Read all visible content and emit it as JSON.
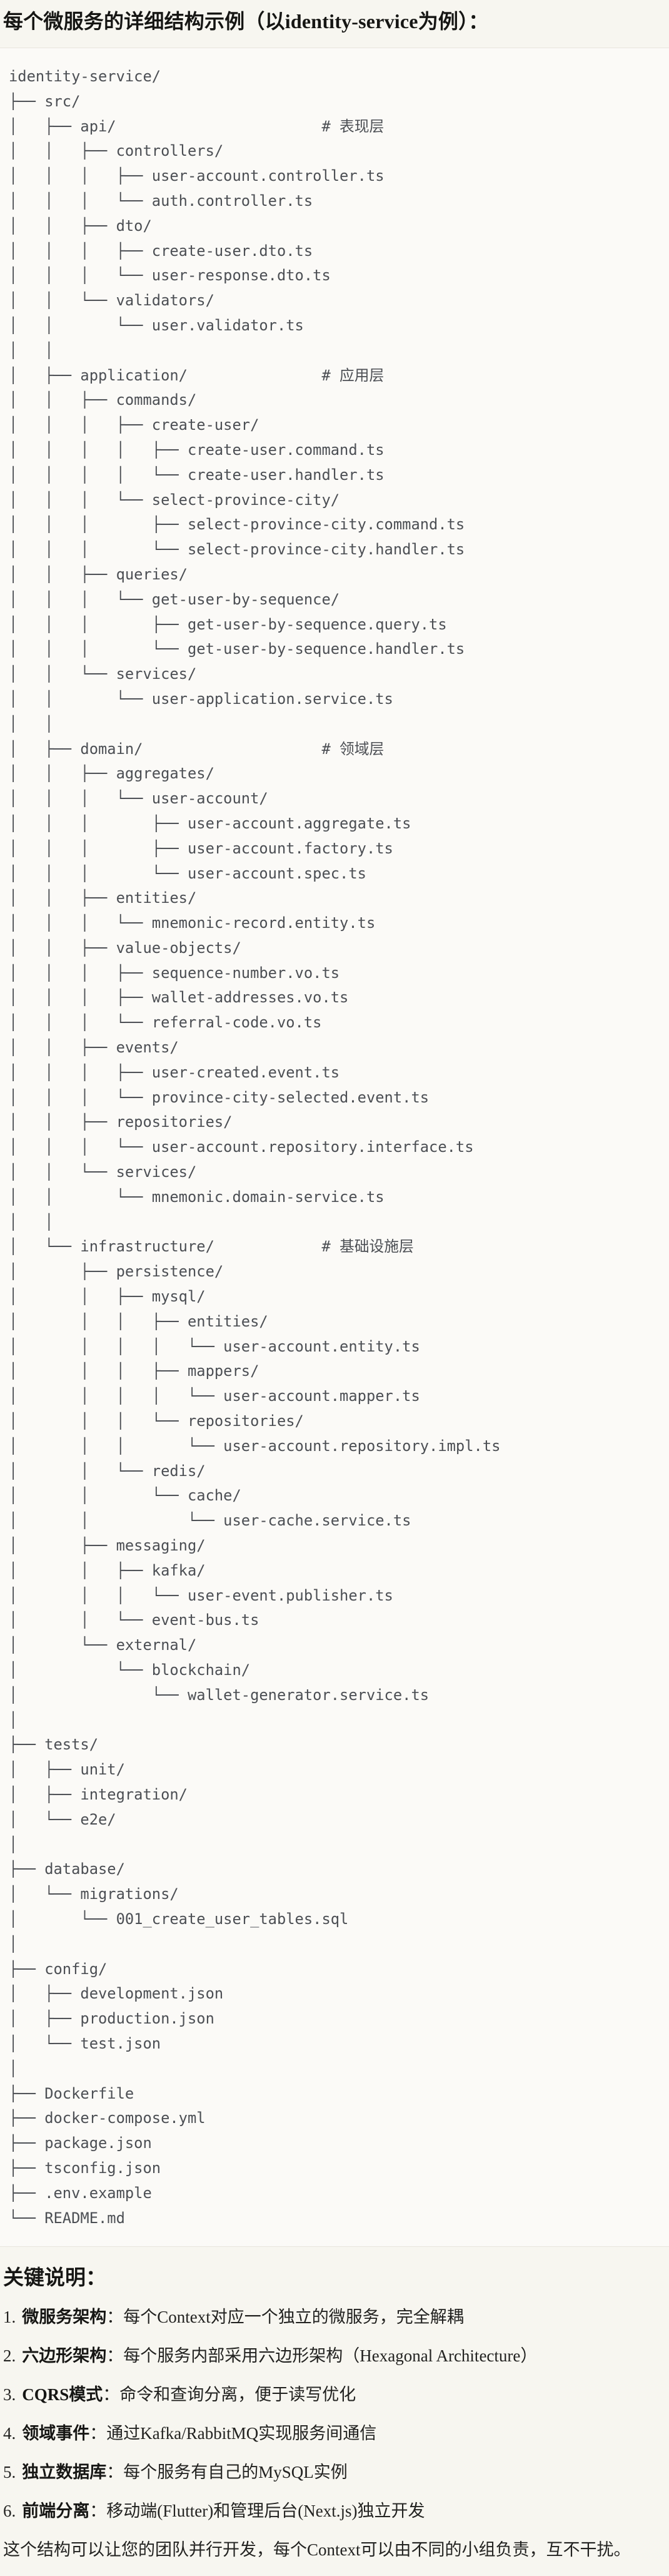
{
  "page": {
    "title": "每个微服务的详细结构示例（以identity-service为例）："
  },
  "tree": {
    "lines": [
      "identity-service/",
      "├── src/",
      "│   ├── api/                       # 表现层",
      "│   │   ├── controllers/",
      "│   │   │   ├── user-account.controller.ts",
      "│   │   │   └── auth.controller.ts",
      "│   │   ├── dto/",
      "│   │   │   ├── create-user.dto.ts",
      "│   │   │   └── user-response.dto.ts",
      "│   │   └── validators/",
      "│   │       └── user.validator.ts",
      "│   │",
      "│   ├── application/               # 应用层",
      "│   │   ├── commands/",
      "│   │   │   ├── create-user/",
      "│   │   │   │   ├── create-user.command.ts",
      "│   │   │   │   └── create-user.handler.ts",
      "│   │   │   └── select-province-city/",
      "│   │   │       ├── select-province-city.command.ts",
      "│   │   │       └── select-province-city.handler.ts",
      "│   │   ├── queries/",
      "│   │   │   └── get-user-by-sequence/",
      "│   │   │       ├── get-user-by-sequence.query.ts",
      "│   │   │       └── get-user-by-sequence.handler.ts",
      "│   │   └── services/",
      "│   │       └── user-application.service.ts",
      "│   │",
      "│   ├── domain/                    # 领域层",
      "│   │   ├── aggregates/",
      "│   │   │   └── user-account/",
      "│   │   │       ├── user-account.aggregate.ts",
      "│   │   │       ├── user-account.factory.ts",
      "│   │   │       └── user-account.spec.ts",
      "│   │   ├── entities/",
      "│   │   │   └── mnemonic-record.entity.ts",
      "│   │   ├── value-objects/",
      "│   │   │   ├── sequence-number.vo.ts",
      "│   │   │   ├── wallet-addresses.vo.ts",
      "│   │   │   └── referral-code.vo.ts",
      "│   │   ├── events/",
      "│   │   │   ├── user-created.event.ts",
      "│   │   │   └── province-city-selected.event.ts",
      "│   │   ├── repositories/",
      "│   │   │   └── user-account.repository.interface.ts",
      "│   │   └── services/",
      "│   │       └── mnemonic.domain-service.ts",
      "│   │",
      "│   └── infrastructure/            # 基础设施层",
      "│       ├── persistence/",
      "│       │   ├── mysql/",
      "│       │   │   ├── entities/",
      "│       │   │   │   └── user-account.entity.ts",
      "│       │   │   ├── mappers/",
      "│       │   │   │   └── user-account.mapper.ts",
      "│       │   │   └── repositories/",
      "│       │   │       └── user-account.repository.impl.ts",
      "│       │   └── redis/",
      "│       │       └── cache/",
      "│       │           └── user-cache.service.ts",
      "│       ├── messaging/",
      "│       │   ├── kafka/",
      "│       │   │   └── user-event.publisher.ts",
      "│       │   └── event-bus.ts",
      "│       └── external/",
      "│           └── blockchain/",
      "│               └── wallet-generator.service.ts",
      "│",
      "├── tests/",
      "│   ├── unit/",
      "│   ├── integration/",
      "│   └── e2e/",
      "│",
      "├── database/",
      "│   └── migrations/",
      "│       └── 001_create_user_tables.sql",
      "│",
      "├── config/",
      "│   ├── development.json",
      "│   ├── production.json",
      "│   └── test.json",
      "│",
      "├── Dockerfile",
      "├── docker-compose.yml",
      "├── package.json",
      "├── tsconfig.json",
      "├── .env.example",
      "└── README.md"
    ]
  },
  "notes": {
    "heading": "关键说明：",
    "items": [
      {
        "num": "1.",
        "term": "微服务架构",
        "text": "：每个Context对应一个独立的微服务，完全解耦"
      },
      {
        "num": "2.",
        "term": "六边形架构",
        "text": "：每个服务内部采用六边形架构（Hexagonal Architecture）"
      },
      {
        "num": "3.",
        "term": "CQRS模式",
        "text": "：命令和查询分离，便于读写优化"
      },
      {
        "num": "4.",
        "term": "领域事件",
        "text": "：通过Kafka/RabbitMQ实现服务间通信"
      },
      {
        "num": "5.",
        "term": "独立数据库",
        "text": "：每个服务有自己的MySQL实例"
      },
      {
        "num": "6.",
        "term": "前端分离",
        "text": "：移动端(Flutter)和管理后台(Next.js)独立开发"
      }
    ],
    "footer": "这个结构可以让您的团队并行开发，每个Context可以由不同的小组负责，互不干扰。"
  },
  "colors": {
    "page_bg": "#f7f6f0",
    "code_bg": "#fbfaf7",
    "code_border": "#e8e5de",
    "code_text": "#4c4f54",
    "heading_text": "#161614",
    "body_text": "#222220"
  }
}
